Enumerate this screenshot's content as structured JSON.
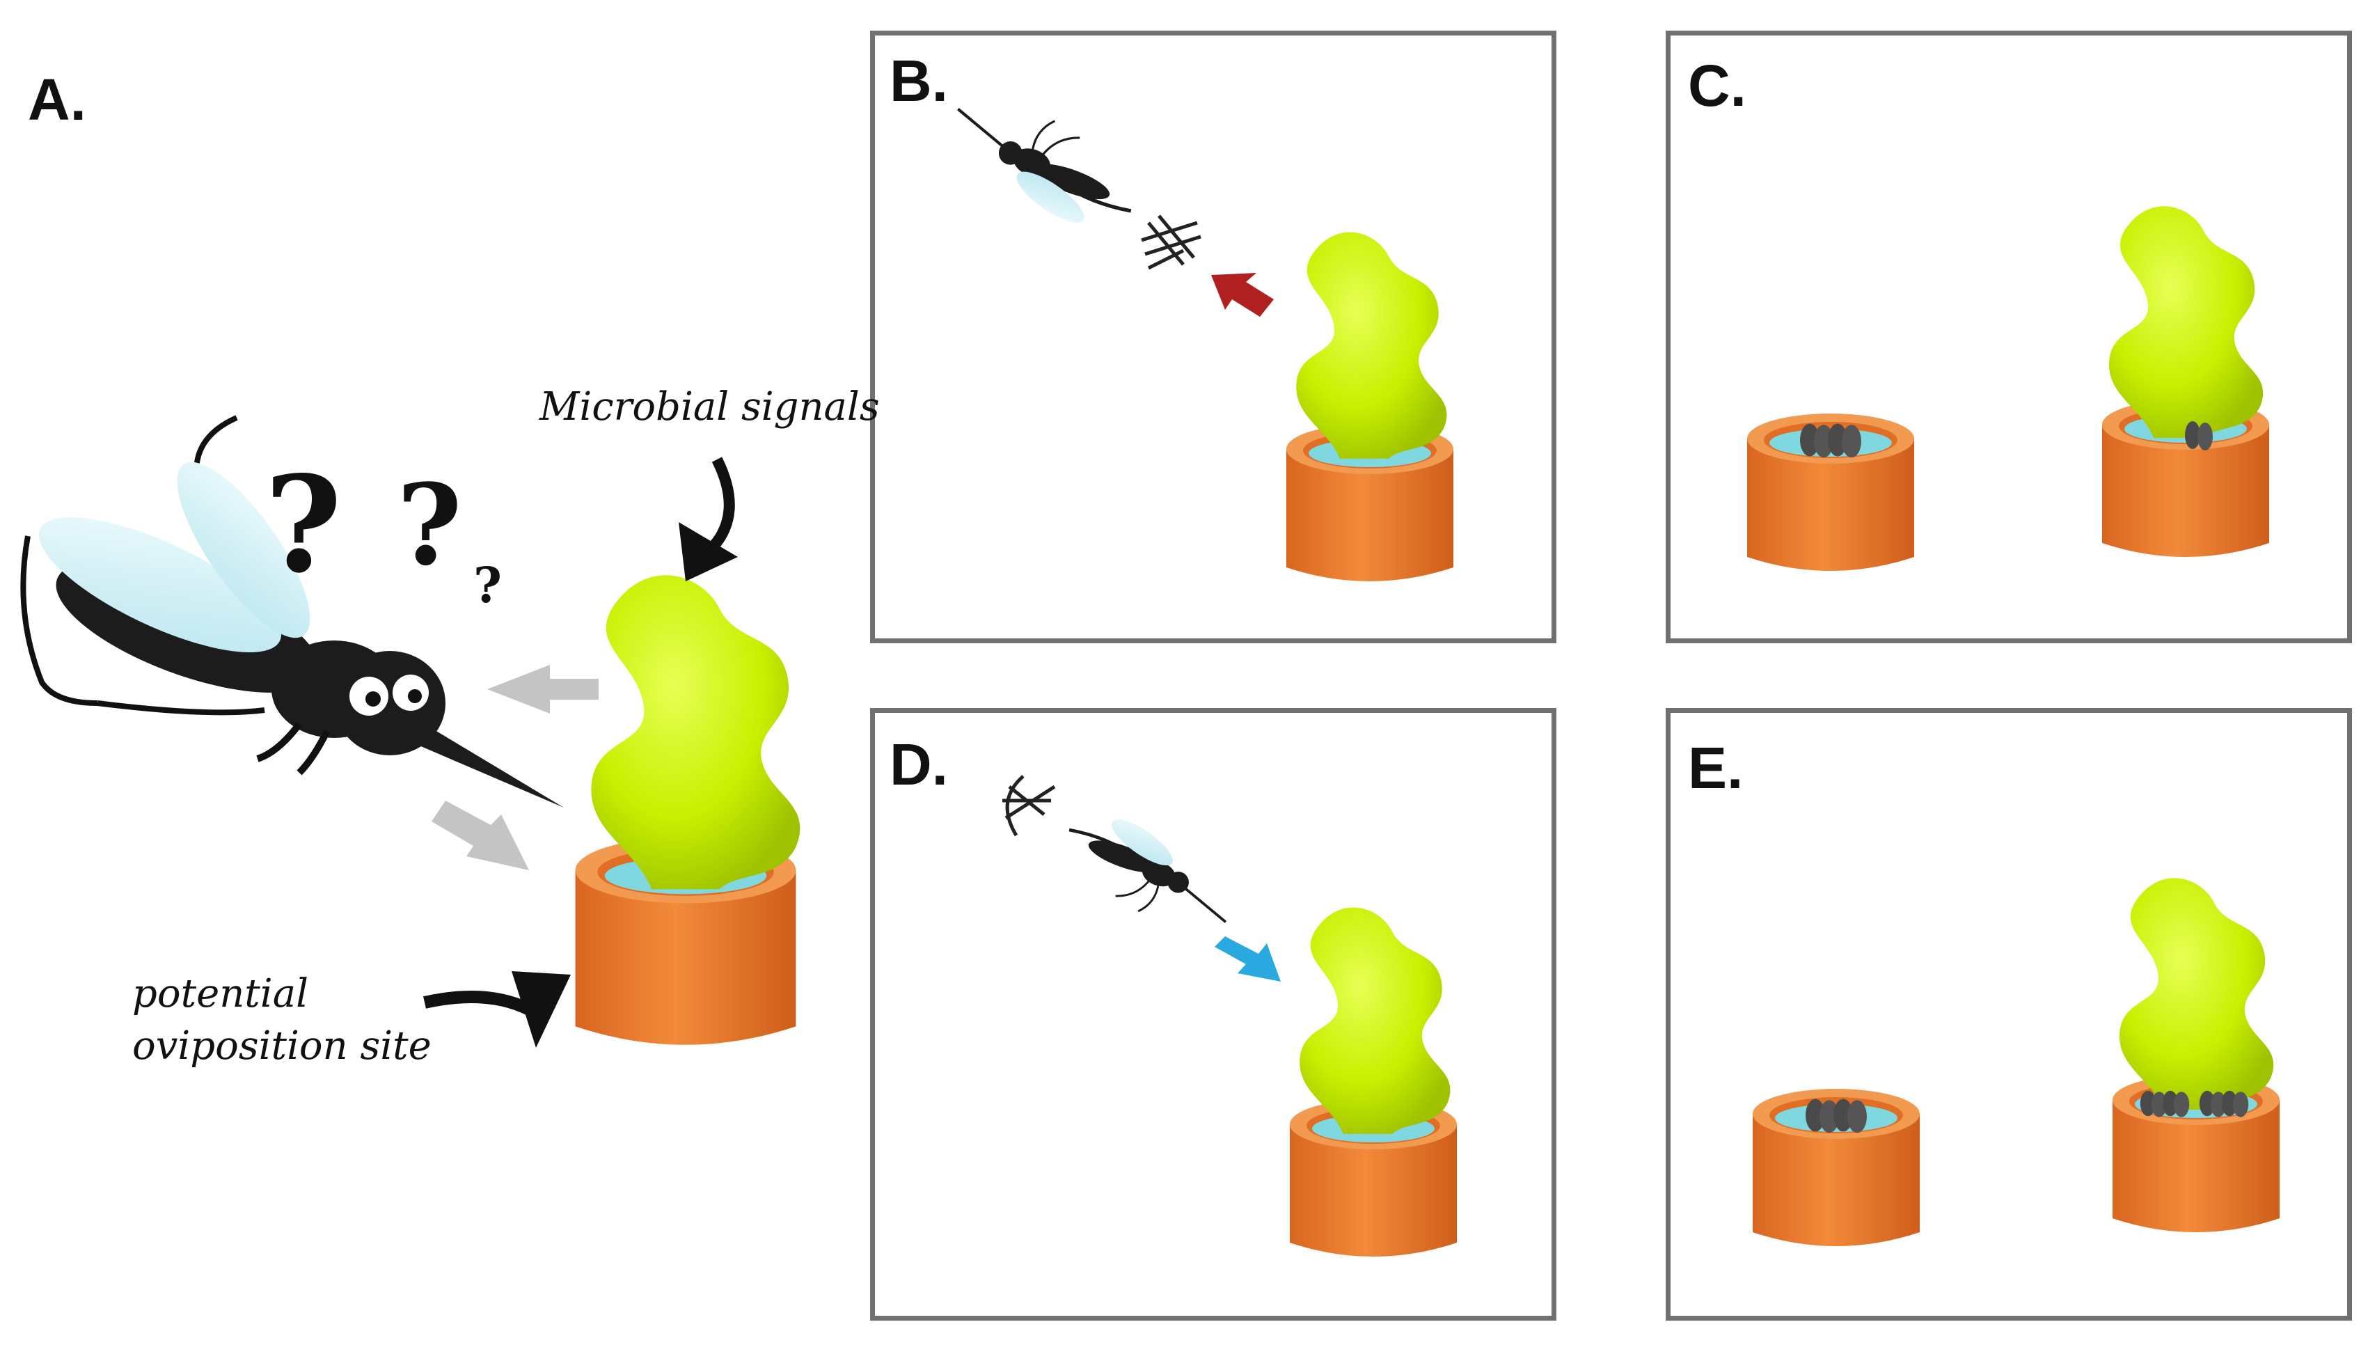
{
  "panels": [
    {
      "letter": "A.",
      "kind": "overview"
    },
    {
      "letter": "B.",
      "kind": "repelled-flight"
    },
    {
      "letter": "C.",
      "kind": "fewer-eggs-at-microbial-site"
    },
    {
      "letter": "D.",
      "kind": "attracted-flight"
    },
    {
      "letter": "E.",
      "kind": "more-eggs-at-microbial-site"
    }
  ],
  "annotations": {
    "microbial_signals": "Microbial signals",
    "site_line1": "potential",
    "site_line2": "oviposition site"
  },
  "colors": {
    "frame": "#707070",
    "cup_orange": "#e8772f",
    "cup_rim": "#f08a3e",
    "water": "#7fd8df",
    "microbe_green": "#c8f000",
    "mosquito_body": "#1c1c1c",
    "wing": "#d6f3f8",
    "grey_arrow": "#c4c4c4",
    "repel_arrow": "#b02020",
    "attract_arrow": "#2aa8e0",
    "eggs": "#4a4a4a"
  },
  "icons": [
    "mosquito-icon",
    "question-mark-icon",
    "microbe-cloud-icon",
    "cup-icon",
    "egg-cluster-icon",
    "odor-plume-icon"
  ]
}
